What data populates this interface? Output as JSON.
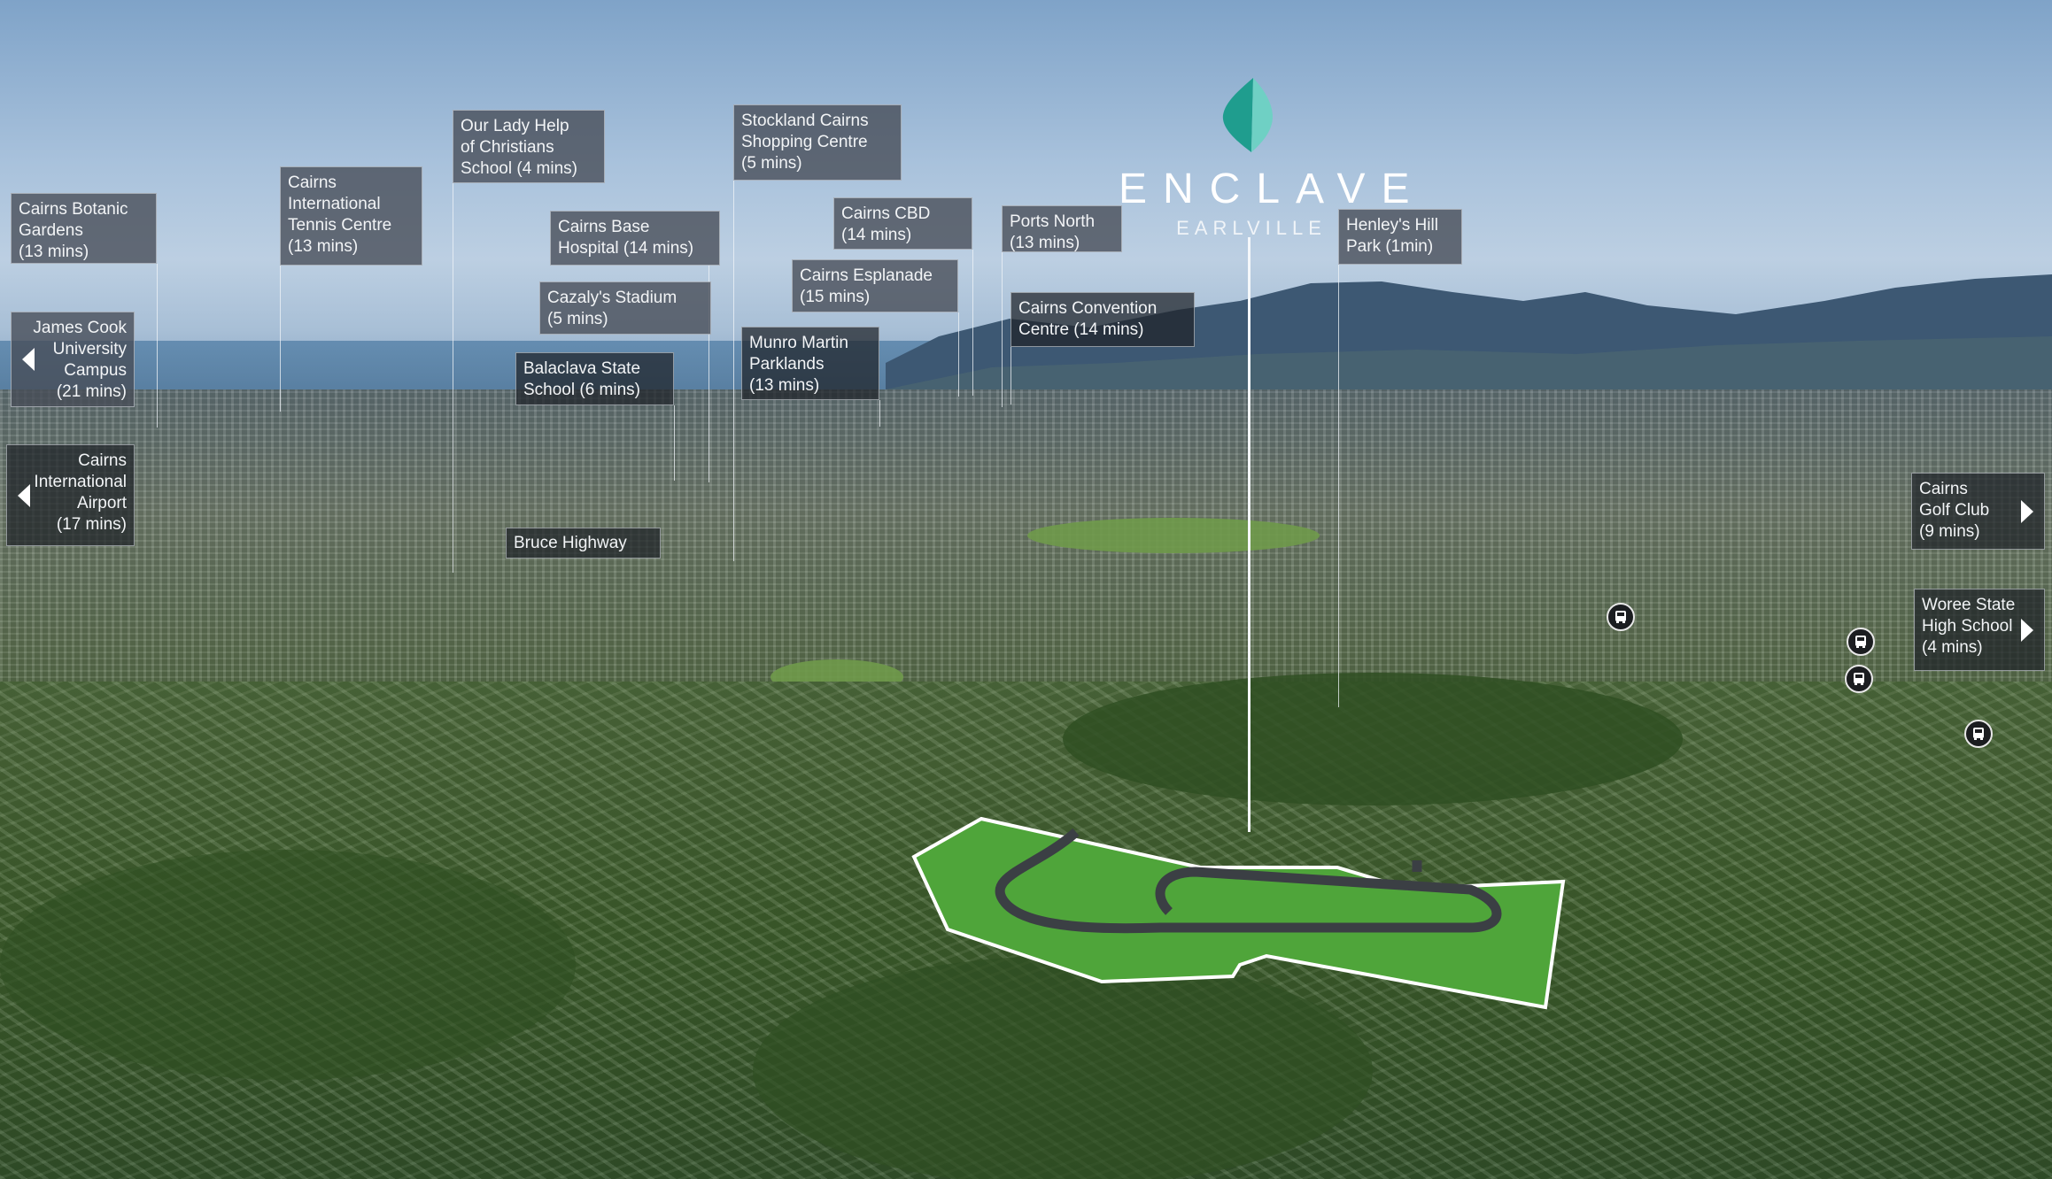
{
  "brand": {
    "name": "ENCLAVE",
    "suburb": "EARLVILLE",
    "logo_colors": [
      "#1f9d8e",
      "#6fd0c4"
    ]
  },
  "labels": [
    {
      "id": "botanic-gardens",
      "text": "Cairns Botanic\nGardens\n(13 mins)",
      "arrow": null
    },
    {
      "id": "james-cook-university",
      "text": "James Cook\nUniversity\nCampus\n(21 mins)",
      "arrow": "left"
    },
    {
      "id": "cairns-airport",
      "text": "Cairns\nInternational\nAirport\n(17 mins)",
      "arrow": "left"
    },
    {
      "id": "tennis-centre",
      "text": "Cairns\nInternational\nTennis Centre\n(13 mins)",
      "arrow": null
    },
    {
      "id": "our-lady-help-school",
      "text": "Our Lady Help\nof Christians\nSchool (4 mins)",
      "arrow": null
    },
    {
      "id": "cairns-base-hospital",
      "text": "Cairns Base\nHospital (14 mins)",
      "arrow": null
    },
    {
      "id": "cazalys-stadium",
      "text": "Cazaly's Stadium\n(5 mins)",
      "arrow": null
    },
    {
      "id": "balaclava-state-school",
      "text": "Balaclava State\nSchool (6 mins)",
      "arrow": null
    },
    {
      "id": "bruce-highway",
      "text": "Bruce Highway",
      "arrow": null
    },
    {
      "id": "stockland-cairns",
      "text": "Stockland Cairns\nShopping Centre\n(5 mins)",
      "arrow": null
    },
    {
      "id": "cairns-cbd",
      "text": "Cairns CBD\n(14 mins)",
      "arrow": null
    },
    {
      "id": "cairns-esplanade",
      "text": "Cairns Esplanade\n(15 mins)",
      "arrow": null
    },
    {
      "id": "munro-martin-parklands",
      "text": "Munro Martin\nParklands\n(13 mins)",
      "arrow": null
    },
    {
      "id": "ports-north",
      "text": "Ports North\n(13 mins)",
      "arrow": null
    },
    {
      "id": "cairns-convention-centre",
      "text": "Cairns Convention\nCentre (14 mins)",
      "arrow": null
    },
    {
      "id": "henleys-hill-park",
      "text": "Henley's Hill\nPark (1min)",
      "arrow": null
    },
    {
      "id": "cairns-golf-club",
      "text": "Cairns\nGolf Club\n(9 mins)",
      "arrow": "right"
    },
    {
      "id": "woree-state-high-school",
      "text": "Woree State\nHigh School\n(4 mins)",
      "arrow": "right"
    }
  ],
  "icons": {
    "bus_stop": "bus-icon",
    "arrow_left": "triangle-left",
    "arrow_right": "triangle-right"
  },
  "site": {
    "outline_color": "#ffffff",
    "lawn_color": "#4fa53a",
    "road_color": "#3b3f44"
  }
}
